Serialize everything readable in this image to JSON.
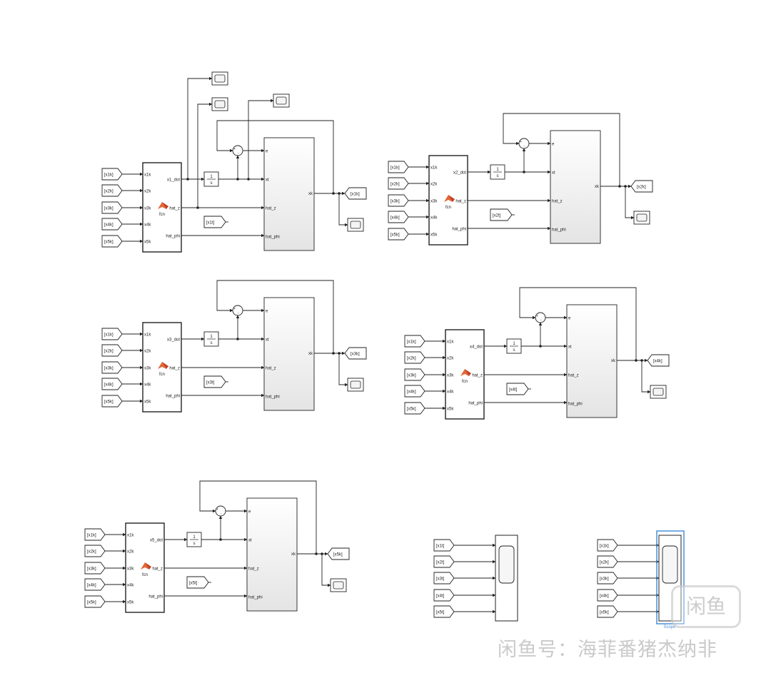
{
  "watermark": {
    "text": "闲鱼号：海菲番猪杰纳非",
    "logo": "闲鱼"
  },
  "icons": {
    "fcn": "matlab-function-icon",
    "scope": "scope-icon"
  },
  "subsystems": [
    {
      "id": 1,
      "inputs": [
        "[x1k]",
        "[x2k]",
        "[x3k]",
        "[x4k]",
        "[x5k]"
      ],
      "fcn_ports_in": [
        "x1k",
        "x2k",
        "x3k",
        "x4k",
        "x5k"
      ],
      "fcn_ports_out": [
        "x1_dot",
        "hat_z",
        "hat_phi"
      ],
      "fcn_label": "fcn",
      "integrator_num": "1",
      "integrator_den": "s",
      "from_tag": "[x1t]",
      "big_ports_in": [
        "e",
        "xt",
        "hat_z",
        "hat_phi"
      ],
      "big_port_out": "xk",
      "goto_tag": "[x1k]",
      "sum_signs": [
        "+",
        "-"
      ]
    },
    {
      "id": 2,
      "inputs": [
        "[x1k]",
        "[x2k]",
        "[x3k]",
        "[x4k]",
        "[x5k]"
      ],
      "fcn_ports_in": [
        "x1k",
        "x2k",
        "x3k",
        "x4k",
        "x5k"
      ],
      "fcn_ports_out": [
        "x2_dot",
        "hat_z",
        "hat_phi"
      ],
      "fcn_label": "fcn",
      "integrator_num": "1",
      "integrator_den": "s",
      "from_tag": "[x2t]",
      "big_ports_in": [
        "e",
        "xt",
        "hat_z",
        "hat_phi"
      ],
      "big_port_out": "xk",
      "goto_tag": "[x2k]",
      "sum_signs": [
        "+",
        "-"
      ]
    },
    {
      "id": 3,
      "inputs": [
        "[x1k]",
        "[x2k]",
        "[x3k]",
        "[x4k]",
        "[x5k]"
      ],
      "fcn_ports_in": [
        "x1k",
        "x2k",
        "x3k",
        "x4k",
        "x5k"
      ],
      "fcn_ports_out": [
        "x3_dot",
        "hat_z",
        "hat_phi"
      ],
      "fcn_label": "fcn",
      "integrator_num": "1",
      "integrator_den": "s",
      "from_tag": "[x3t]",
      "big_ports_in": [
        "e",
        "xt",
        "hat_z",
        "hat_phi"
      ],
      "big_port_out": "xk",
      "goto_tag": "[x3k]",
      "sum_signs": [
        "+",
        "-"
      ]
    },
    {
      "id": 4,
      "inputs": [
        "[x1k]",
        "[x2k]",
        "[x3k]",
        "[x4k]",
        "[x5k]"
      ],
      "fcn_ports_in": [
        "x1k",
        "x2k",
        "x3k",
        "x4k",
        "x5k"
      ],
      "fcn_ports_out": [
        "x4_dot",
        "hat_z",
        "hat_phi"
      ],
      "fcn_label": "fcn",
      "integrator_num": "1",
      "integrator_den": "s",
      "from_tag": "[x4t]",
      "big_ports_in": [
        "e",
        "xt",
        "hat_z",
        "hat_phi"
      ],
      "big_port_out": "xk",
      "goto_tag": "[x4k]",
      "sum_signs": [
        "+",
        "-"
      ]
    },
    {
      "id": 5,
      "inputs": [
        "[x1k]",
        "[x2k]",
        "[x3k]",
        "[x4k]",
        "[x5k]"
      ],
      "fcn_ports_in": [
        "x1k",
        "x2k",
        "x3k",
        "x4k",
        "x5k"
      ],
      "fcn_ports_out": [
        "x5_dot",
        "hat_z",
        "hat_phi"
      ],
      "fcn_label": "fcn",
      "integrator_num": "1",
      "integrator_den": "s",
      "from_tag": "[x5t]",
      "big_ports_in": [
        "e",
        "xt",
        "hat_z",
        "hat_phi"
      ],
      "big_port_out": "xk",
      "goto_tag": "[x5k]",
      "sum_signs": [
        "+",
        "-"
      ]
    }
  ],
  "scope_groups": [
    {
      "id": "t",
      "inputs": [
        "[x1t]",
        "[x2t]",
        "[x3t]",
        "[x4t]",
        "[x5t]"
      ],
      "label": "",
      "selected": false
    },
    {
      "id": "k",
      "inputs": [
        "[x1k]",
        "[x2k]",
        "[x3k]",
        "[x4k]",
        "[x5k]"
      ],
      "label": "Scope",
      "selected": true
    }
  ]
}
